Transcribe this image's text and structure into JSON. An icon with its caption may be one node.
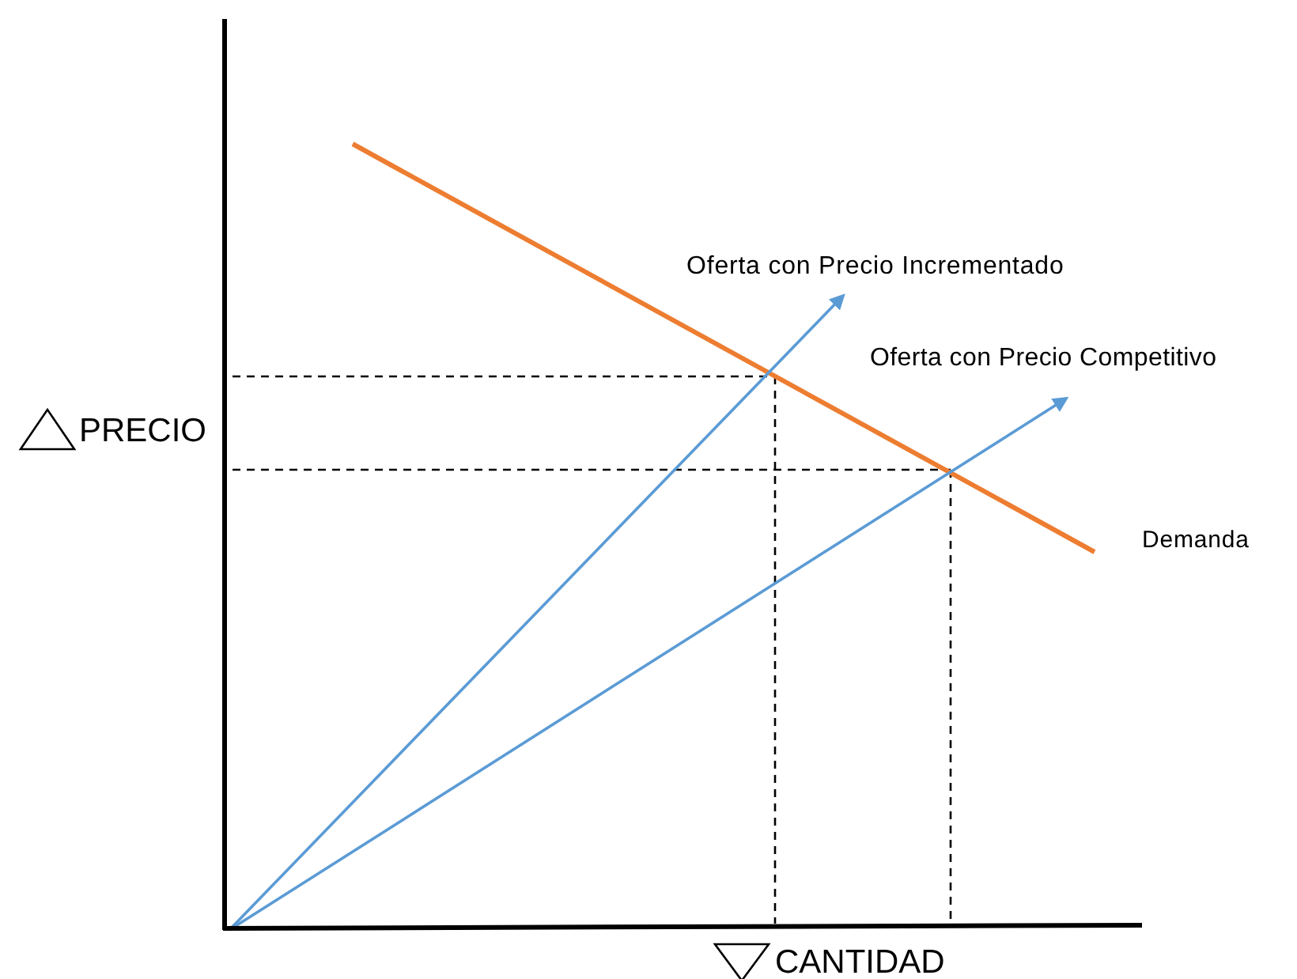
{
  "diagram": {
    "labels": [
      "Oferta con Precio Incrementado",
      "Oferta con Precio Competitivo",
      "PRECIO",
      "Demanda",
      "CANTIDAD"
    ]
  }
}
